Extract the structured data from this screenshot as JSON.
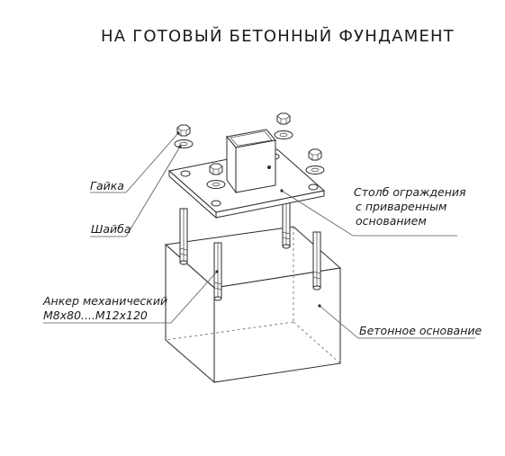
{
  "title": "НА ГОТОВЫЙ БЕТОННЫЙ ФУНДАМЕНТ",
  "labels": {
    "nut": "Гайка",
    "washer": "Шайба",
    "post_line1": "Столб ограждения",
    "post_line2": "с приваренным",
    "post_line3": "основанием",
    "anchor_line1": "Анкер механический",
    "anchor_line2": "М8х80....М12х120",
    "base": "Бетонное основание"
  }
}
